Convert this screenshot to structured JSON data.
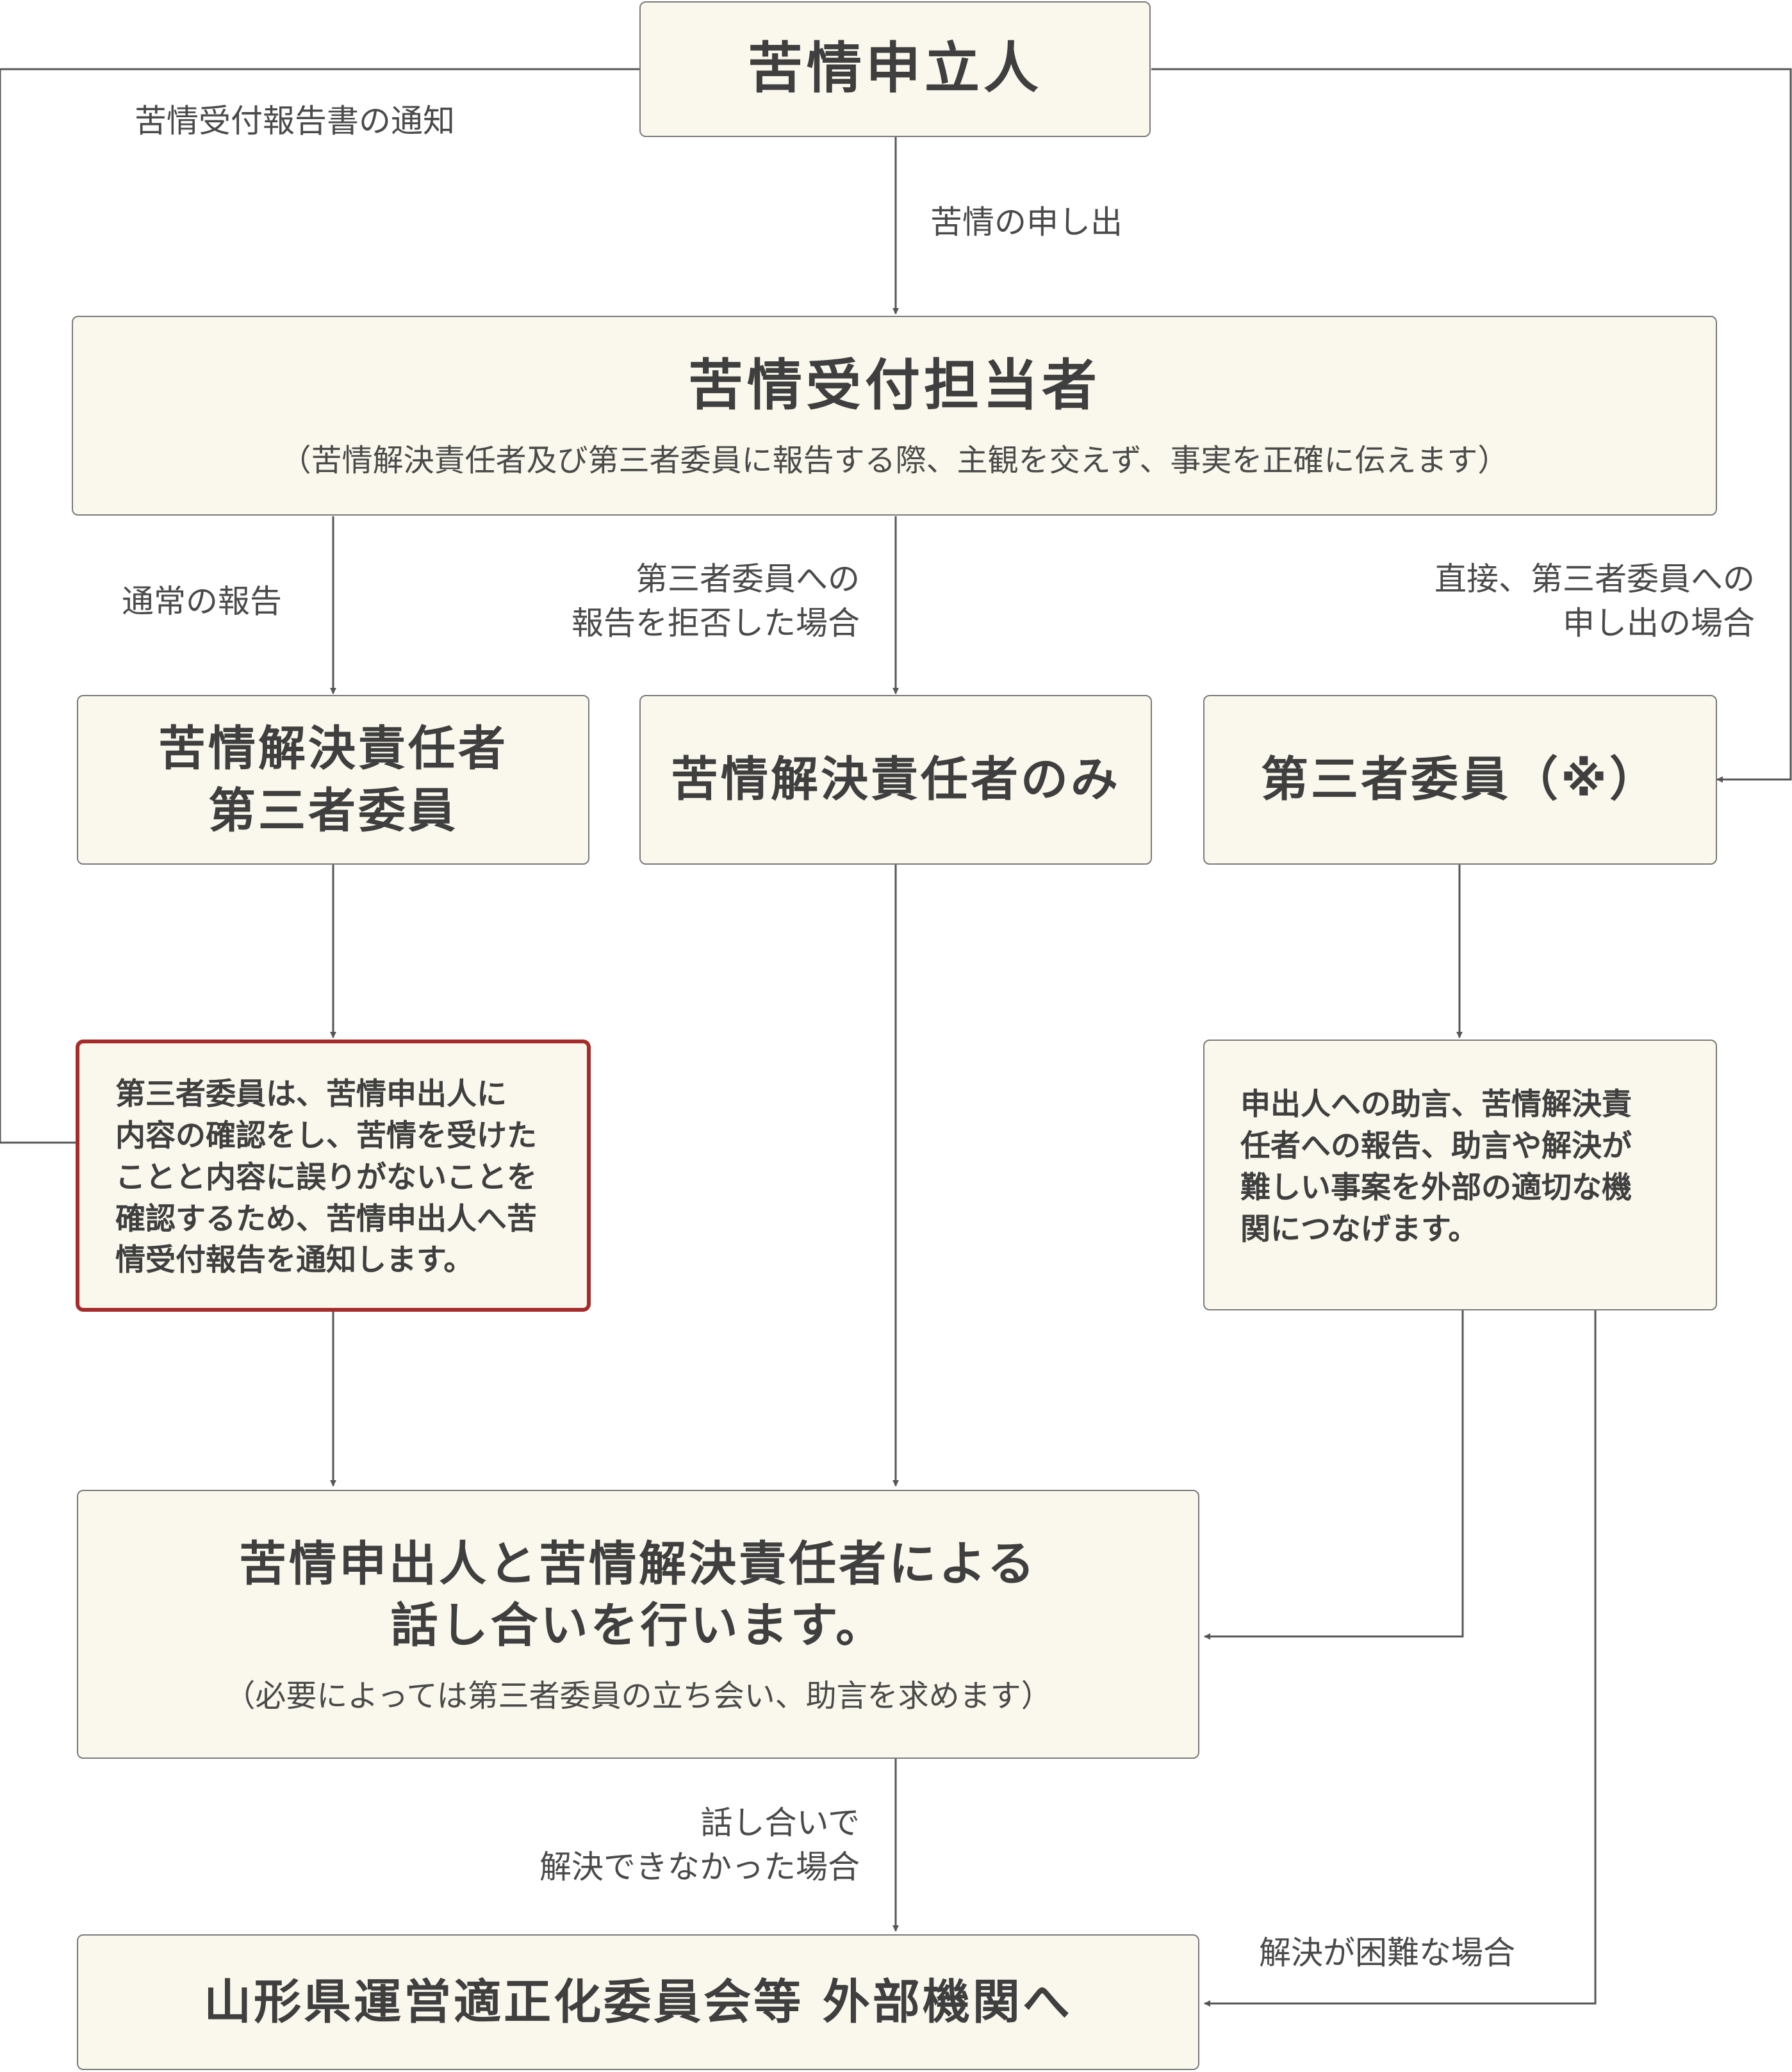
{
  "colors": {
    "box_fill": "#faf8ec",
    "box_border": "#7a7a7a",
    "highlight_border": "#a62b2b",
    "line": "#555555"
  },
  "nodes": {
    "complainant": {
      "title": "苦情申立人"
    },
    "intake": {
      "title": "苦情受付担当者",
      "subtitle": "（苦情解決責任者及び第三者委員に報告する際、主観を交えず、事実を正確に伝えます）"
    },
    "resp_and_third": {
      "line1": "苦情解決責任者",
      "line2": "第三者委員"
    },
    "resp_only": {
      "title": "苦情解決責任者のみ"
    },
    "third_only": {
      "title": "第三者委員（※）"
    },
    "confirm_note": {
      "lines": [
        "第三者委員は、苦情申出人に",
        "内容の確認をし、苦情を受けた",
        "ことと内容に誤りがないことを",
        "確認するため、苦情申出人へ苦",
        "情受付報告を通知します。"
      ]
    },
    "advice_note": {
      "lines": [
        "申出人への助言、苦情解決責",
        "任者への報告、助言や解決が",
        "難しい事案を外部の適切な機",
        "関につなげます。"
      ]
    },
    "discussion": {
      "line1": "苦情申出人と苦情解決責任者による",
      "line2": "話し合いを行います。",
      "subtitle": "（必要によっては第三者委員の立ち会い、助言を求めます）"
    },
    "external": {
      "title": "山形県運営適正化委員会等 外部機関へ"
    }
  },
  "edges": {
    "notify_report": "苦情受付報告書の通知",
    "complaint_filed": "苦情の申し出",
    "normal_report": "通常の報告",
    "refused_report": "第三者委員への\n報告を拒否した場合",
    "direct_to_third": "直接、第三者委員への\n申し出の場合",
    "unresolved": "話し合いで\n解決できなかった場合",
    "difficult": "解決が困難な場合"
  }
}
